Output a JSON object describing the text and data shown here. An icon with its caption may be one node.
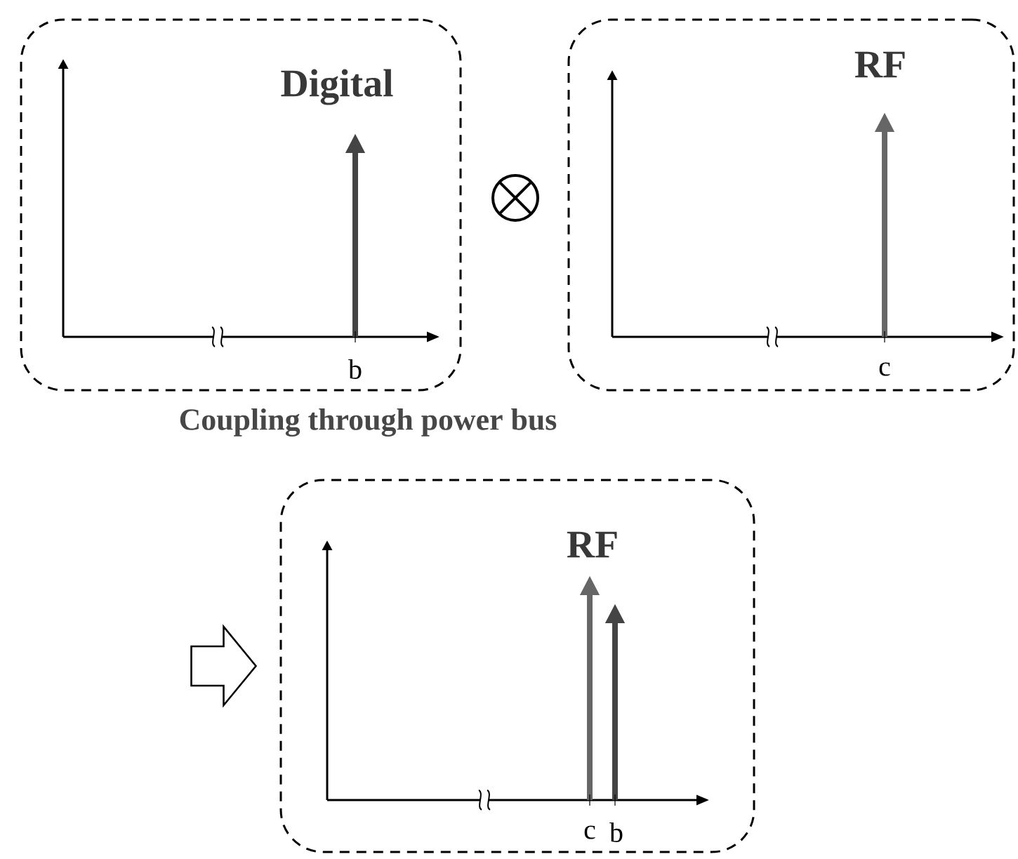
{
  "diagram": {
    "nodes": [
      {
        "text": [
          "Digital",
          "b"
        ]
      },
      {
        "text": [
          "RF",
          "c"
        ]
      },
      {
        "text": [
          "RF",
          "c",
          "b"
        ]
      }
    ],
    "edges": [
      {
        "from": null,
        "to": 2,
        "arrow": "to"
      }
    ],
    "labels": [
      "Coupling through power bus"
    ]
  }
}
